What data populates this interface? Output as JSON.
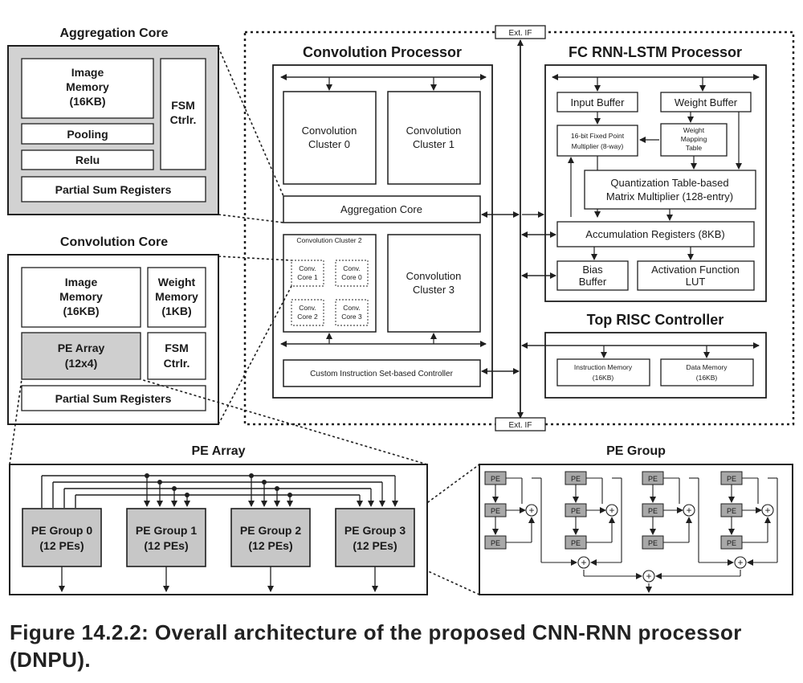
{
  "aggregation_core": {
    "title": "Aggregation Core",
    "image_memory": [
      "Image",
      "Memory",
      "(16KB)"
    ],
    "fsm": [
      "FSM",
      "Ctrlr."
    ],
    "pooling": "Pooling",
    "relu": "Relu",
    "partial_sum": "Partial Sum Registers"
  },
  "convolution_core": {
    "title": "Convolution Core",
    "image_memory": [
      "Image",
      "Memory",
      "(16KB)"
    ],
    "weight_memory": [
      "Weight",
      "Memory",
      "(1KB)"
    ],
    "pe_array": [
      "PE Array",
      "(12x4)"
    ],
    "fsm": [
      "FSM",
      "Ctrlr."
    ],
    "partial_sum": "Partial Sum Registers"
  },
  "ext_if": "Ext. IF",
  "convolution_processor": {
    "title": "Convolution Processor",
    "cluster0": [
      "Convolution",
      "Cluster 0"
    ],
    "cluster1": [
      "Convolution",
      "Cluster 1"
    ],
    "aggregation": "Aggregation Core",
    "cluster2": "Convolution Cluster 2",
    "conv_cores": [
      [
        "Conv.",
        "Core 1"
      ],
      [
        "Conv.",
        "Core 0"
      ],
      [
        "Conv.",
        "Core 2"
      ],
      [
        "Conv.",
        "Core 3"
      ]
    ],
    "cluster3": [
      "Convolution",
      "Cluster 3"
    ],
    "controller": "Custom Instruction Set-based Controller"
  },
  "fc_processor": {
    "title": "FC RNN-LSTM Processor",
    "input_buffer": "Input Buffer",
    "weight_buffer": "Weight Buffer",
    "fixed_point": [
      "16-bit Fixed Point",
      "Multiplier (8-way)"
    ],
    "weight_mapping": [
      "Weight",
      "Mapping",
      "Table"
    ],
    "quant_mult": [
      "Quantization Table-based",
      "Matrix Multiplier (128-entry)"
    ],
    "accum": "Accumulation Registers (8KB)",
    "bias": [
      "Bias",
      "Buffer"
    ],
    "activation": [
      "Activation Function",
      "LUT"
    ]
  },
  "risc": {
    "title": "Top RISC Controller",
    "instr_mem": [
      "Instruction Memory",
      "(16KB)"
    ],
    "data_mem": [
      "Data Memory",
      "(16KB)"
    ]
  },
  "pe_array": {
    "title": "PE Array",
    "groups": [
      [
        "PE Group 0",
        "(12 PEs)"
      ],
      [
        "PE Group 1",
        "(12 PEs)"
      ],
      [
        "PE Group 2",
        "(12 PEs)"
      ],
      [
        "PE Group 3",
        "(12 PEs)"
      ]
    ]
  },
  "pe_group": {
    "title": "PE Group",
    "pe_label": "PE",
    "adder_symbol": "+"
  },
  "caption": [
    "Figure 14.2.2: Overall architecture of the proposed CNN-RNN processor",
    "(DNPU)."
  ],
  "colors": {
    "line": "#1f1f1f",
    "shaded": "#cfcfcf",
    "pe_fill": "#a8a8a8",
    "panel_fill": "#d2d2d2"
  }
}
